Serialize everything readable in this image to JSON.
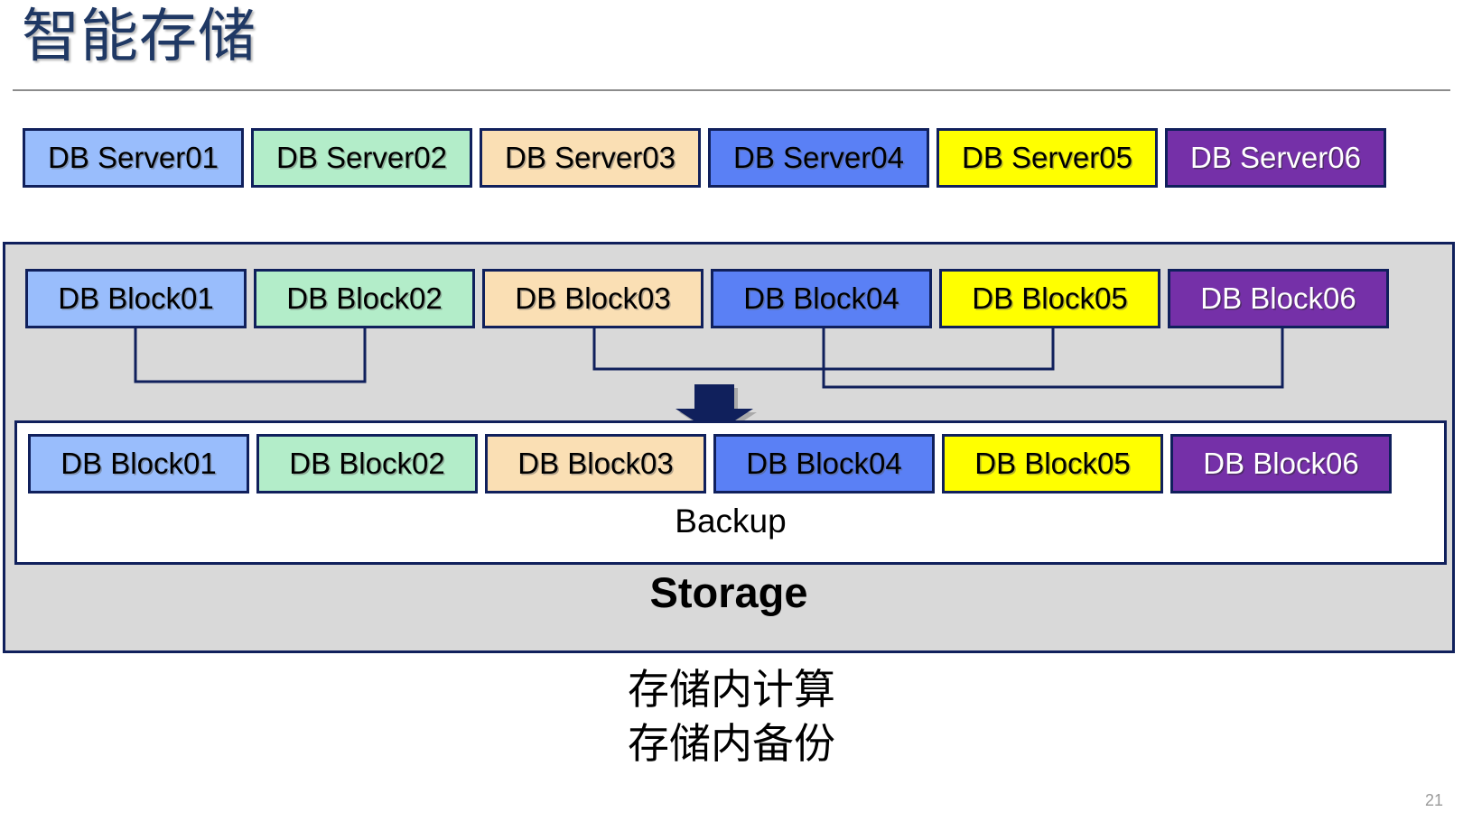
{
  "slide": {
    "title": "智能存储",
    "page_number": "21",
    "title_color": "#1F3864",
    "rule_color": "#8C8C8C"
  },
  "palette": {
    "light_blue": "#99BDFC",
    "mint_green": "#B3EDC9",
    "peach": "#FADFB4",
    "medium_blue": "#5A80F5",
    "yellow": "#FFFF00",
    "purple": "#7530A8",
    "border_navy": "#10205C",
    "storage_fill": "#D9D9D9",
    "backup_fill": "#FFFFFF",
    "arrow_color": "#10205C"
  },
  "servers": [
    {
      "label": "DB Server01",
      "fill": "#99BDFC",
      "text": "#000000"
    },
    {
      "label": "DB Server02",
      "fill": "#B3EDC9",
      "text": "#000000"
    },
    {
      "label": "DB Server03",
      "fill": "#FADFB4",
      "text": "#000000"
    },
    {
      "label": "DB Server04",
      "fill": "#5A80F5",
      "text": "#000000"
    },
    {
      "label": "DB Server05",
      "fill": "#FFFF00",
      "text": "#000000"
    },
    {
      "label": "DB Server06",
      "fill": "#7530A8",
      "text": "#FFFFFF"
    }
  ],
  "blocks_top": [
    {
      "label": "DB Block01",
      "fill": "#99BDFC",
      "text": "#000000"
    },
    {
      "label": "DB Block02",
      "fill": "#B3EDC9",
      "text": "#000000"
    },
    {
      "label": "DB Block03",
      "fill": "#FADFB4",
      "text": "#000000"
    },
    {
      "label": "DB Block04",
      "fill": "#5A80F5",
      "text": "#000000"
    },
    {
      "label": "DB Block05",
      "fill": "#FFFF00",
      "text": "#000000"
    },
    {
      "label": "DB Block06",
      "fill": "#7530A8",
      "text": "#FFFFFF"
    }
  ],
  "blocks_bottom": [
    {
      "label": "DB Block01",
      "fill": "#99BDFC",
      "text": "#000000"
    },
    {
      "label": "DB Block02",
      "fill": "#B3EDC9",
      "text": "#000000"
    },
    {
      "label": "DB Block03",
      "fill": "#FADFB4",
      "text": "#000000"
    },
    {
      "label": "DB Block04",
      "fill": "#5A80F5",
      "text": "#000000"
    },
    {
      "label": "DB Block05",
      "fill": "#FFFF00",
      "text": "#000000"
    },
    {
      "label": "DB Block06",
      "fill": "#7530A8",
      "text": "#FFFFFF"
    }
  ],
  "backup": {
    "label": "Backup"
  },
  "storage": {
    "label": "Storage"
  },
  "caption": {
    "line1": "存储内计算",
    "line2": "存储内备份"
  },
  "icons": {
    "down_arrow": "down-arrow-icon"
  }
}
